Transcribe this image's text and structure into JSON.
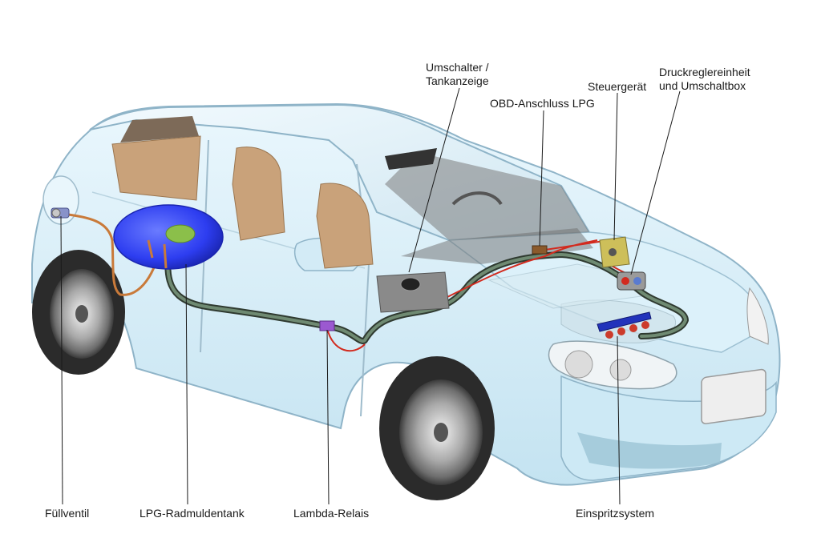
{
  "labels": {
    "umschalter_line1": "Umschalter /",
    "umschalter_line2": "Tankanzeige",
    "obd": "OBD-Anschluss LPG",
    "steuergeraet": "Steuergerät",
    "druckregler_line1": "Druckreglereinheit",
    "druckregler_line2": "und Umschaltbox",
    "fuellventil": "Füllventil",
    "radmuldentank": "LPG-Radmuldentank",
    "lambda_relais": "Lambda-Relais",
    "einspritzsystem": "Einspritzsystem"
  },
  "colors": {
    "body": "#d7eef8",
    "body_edge": "#8fb4c8",
    "tank": "#2d3df0",
    "gas_line": "#4a5a4c",
    "wire": "#d22a1e",
    "copper_line": "#c97a3a",
    "interior": "#c9a27a",
    "tire": "#2b2b2b"
  }
}
